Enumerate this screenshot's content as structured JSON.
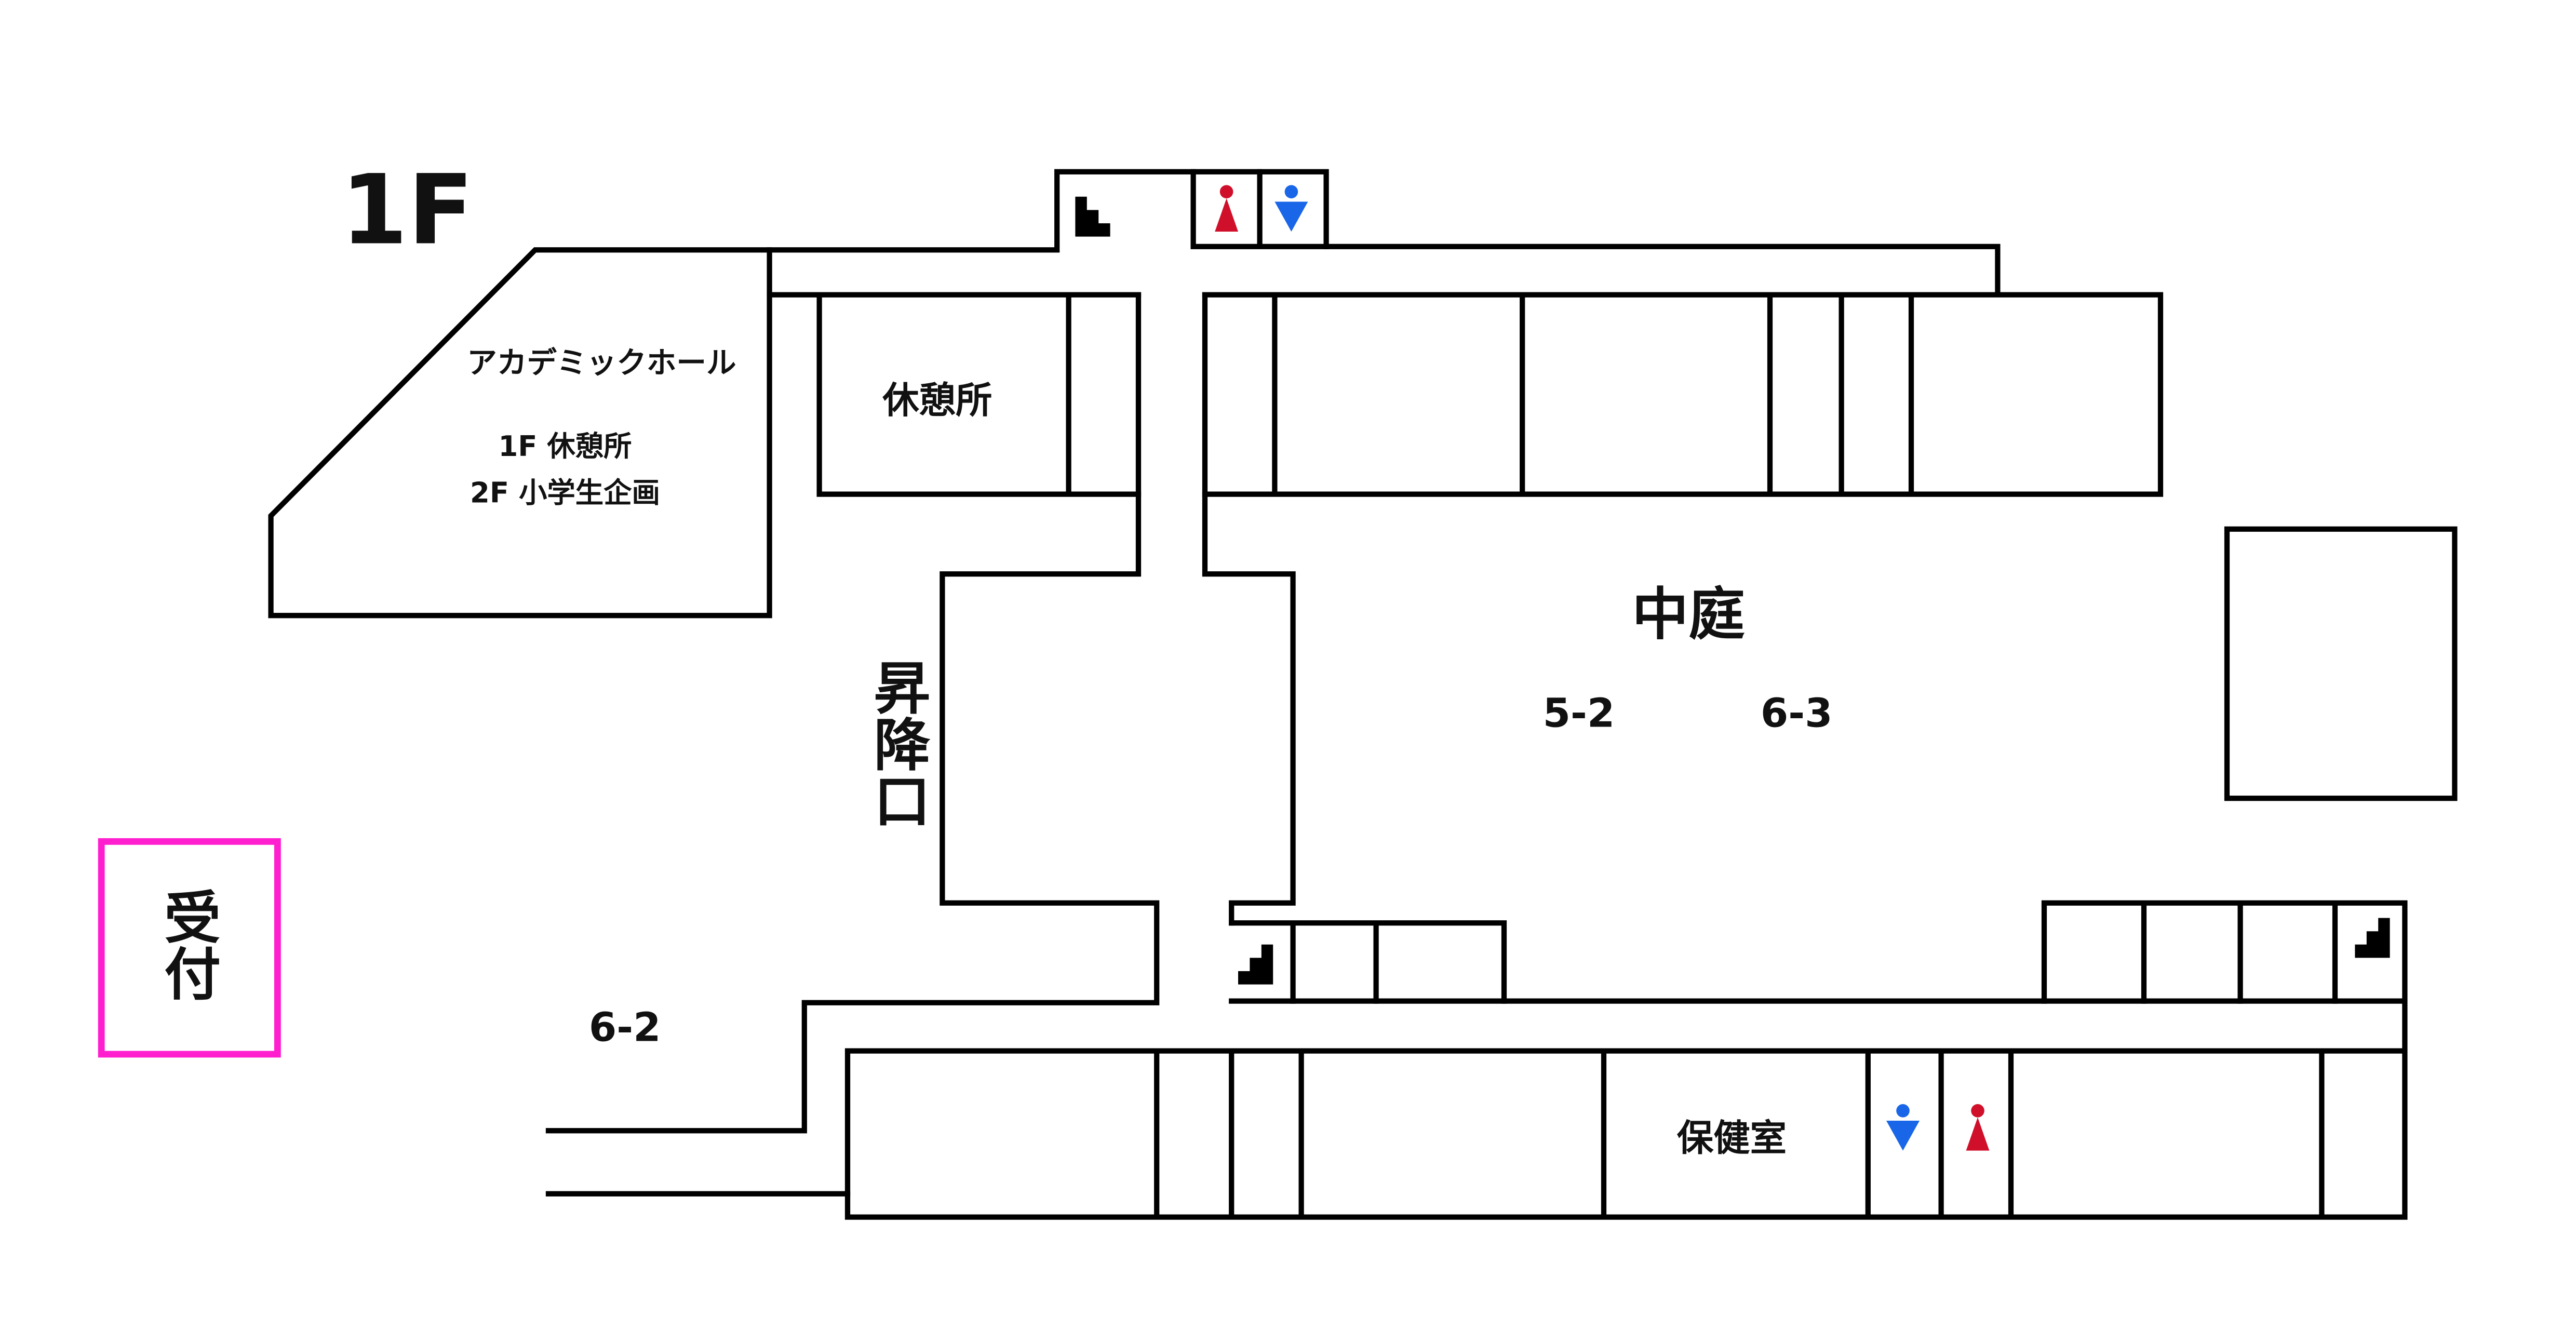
{
  "floor_label": "1F",
  "rooms": {
    "academic_hall": "アカデミックホール",
    "academic_hall_1f": "1F 休憩所",
    "academic_hall_2f": "2F 小学生企画",
    "rest_area": "休憩所",
    "courtyard": "中庭",
    "entrance": "昇降口",
    "infirmary": "保健室",
    "reception": "受付"
  },
  "class_labels": {
    "c52": "5-2",
    "c63": "6-3",
    "c62": "6-2"
  },
  "colors": {
    "reception_border": "#ff1fcf",
    "female": "#d0102a",
    "male": "#1a66e8"
  },
  "icons": [
    "stairs-icon",
    "female-restroom-icon",
    "male-restroom-icon"
  ]
}
